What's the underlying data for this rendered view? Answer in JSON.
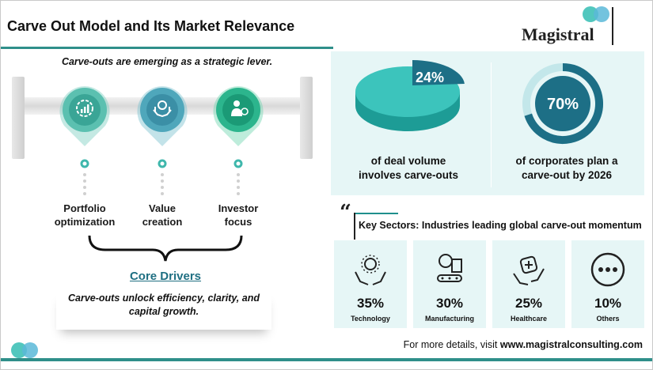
{
  "header": {
    "title": "Carve Out Model and Its Market Relevance",
    "brand": "Magistral"
  },
  "left": {
    "subtitle": "Carve-outs are emerging as a strategic lever.",
    "drivers": [
      {
        "line1": "Portfolio",
        "line2": "optimization",
        "icon": "chart-gear-icon"
      },
      {
        "line1": "Value",
        "line2": "creation",
        "icon": "hands-value-icon"
      },
      {
        "line1": "Investor",
        "line2": "focus",
        "icon": "investor-money-icon"
      }
    ],
    "core_title": "Core Drivers",
    "footnote_line1": "Carve-outs unlock efficiency, clarity, and",
    "footnote_line2": "capital growth."
  },
  "stats": [
    {
      "value": "24%",
      "line1": "of deal volume",
      "line2": "involves carve-outs",
      "fraction": 0.24
    },
    {
      "value": "70%",
      "line1": "of corporates plan a",
      "line2": "carve-out by 2026",
      "fraction": 0.7
    }
  ],
  "sectors": {
    "title": "Key Sectors: Industries leading global carve-out momentum",
    "items": [
      {
        "pct": "35%",
        "name": "Technology",
        "icon": "tech-hands-icon"
      },
      {
        "pct": "30%",
        "name": "Manufacturing",
        "icon": "factory-conveyor-icon"
      },
      {
        "pct": "25%",
        "name": "Healthcare",
        "icon": "health-hands-icon"
      },
      {
        "pct": "10%",
        "name": "Others",
        "icon": "ellipsis-circle-icon"
      }
    ]
  },
  "footer": {
    "prefix": "For more details, visit ",
    "url": "www.magistralconsulting.com"
  },
  "colors": {
    "teal_dark": "#1d6f86",
    "teal": "#2ab5b0",
    "teal_light": "#e6f6f6",
    "green": "#1aa68a"
  }
}
